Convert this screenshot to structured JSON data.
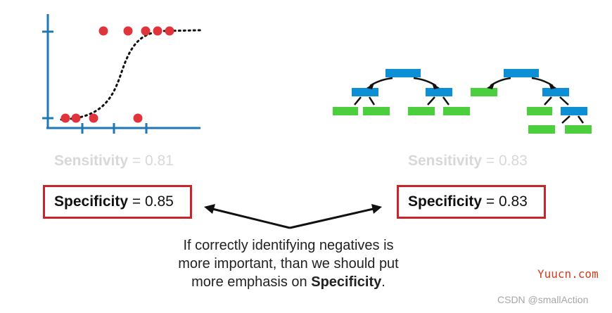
{
  "left_model": {
    "sensitivity_label": "Sensitivity",
    "sensitivity_value": "= 0.81",
    "specificity_label": "Specificity",
    "specificity_value": "= 0.85",
    "plot": {
      "upper_points": 5,
      "lower_points": 4
    }
  },
  "right_model": {
    "sensitivity_label": "Sensitivity",
    "sensitivity_value": "= 0.83",
    "specificity_label": "Specificity",
    "specificity_value": "= 0.83",
    "trees": 2
  },
  "caption": {
    "line1": "If correctly identifying negatives is",
    "line2": "more important, than we should put",
    "line3_prefix": "more emphasis on",
    "line3_bold": "Specificity",
    "line3_suffix": "."
  },
  "watermarks": {
    "site": "Yuucn.com",
    "author": "CSDN @smallAction"
  },
  "colors": {
    "axis": "#1f77b4",
    "point": "#e0343c",
    "tree_node": "#0d8fd6",
    "tree_leaf": "#4ccf3c",
    "box_border": "#c8242b",
    "faded_text": "#d8d8d8"
  }
}
